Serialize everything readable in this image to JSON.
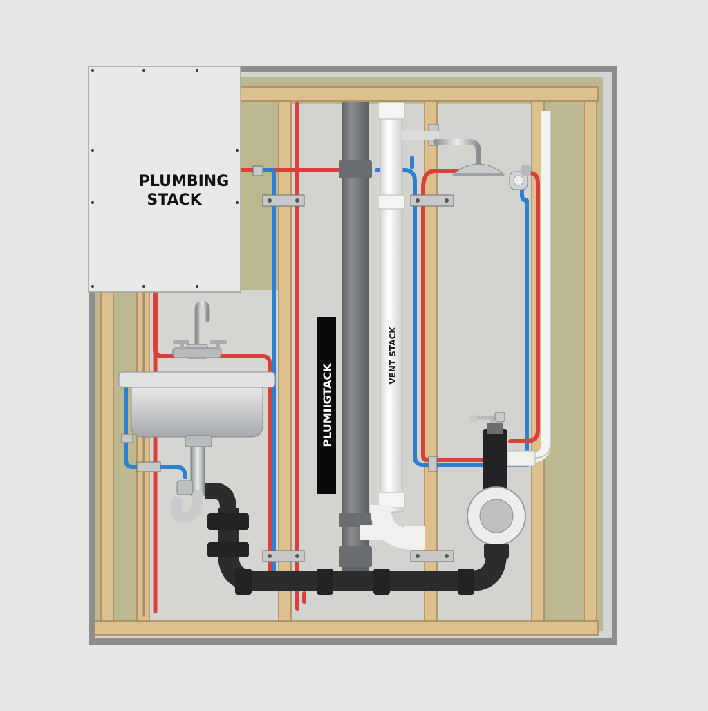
{
  "labels": {
    "panel_line1": "PLUMBING",
    "panel_line2": "STACK",
    "drain_stack": "PLUMIIGTACK",
    "vent_stack": "VENT STACK"
  },
  "colors": {
    "background": "#e6e7e4",
    "wall_shadow": "#8c8d8c",
    "wall_face": "#d4d6d3",
    "insulation": "#bcb890",
    "stud": "#dcc08e",
    "stud_edge": "#a8875a",
    "hot_line": "#d9403a",
    "cold_line": "#2f7fd0",
    "drain_stack": "#7b7e80",
    "vent_stack": "#f2f2f0",
    "abs_drain": "#2b2c2e",
    "label_band": "#0a0a0a",
    "panel": "#e9e9e7"
  },
  "icons": {
    "sink": "sink-icon",
    "faucet": "faucet-icon",
    "shower": "shower-head-icon",
    "hand_shower": "hand-shower-icon",
    "toilet": "toilet-icon",
    "p_trap": "p-trap-icon"
  }
}
